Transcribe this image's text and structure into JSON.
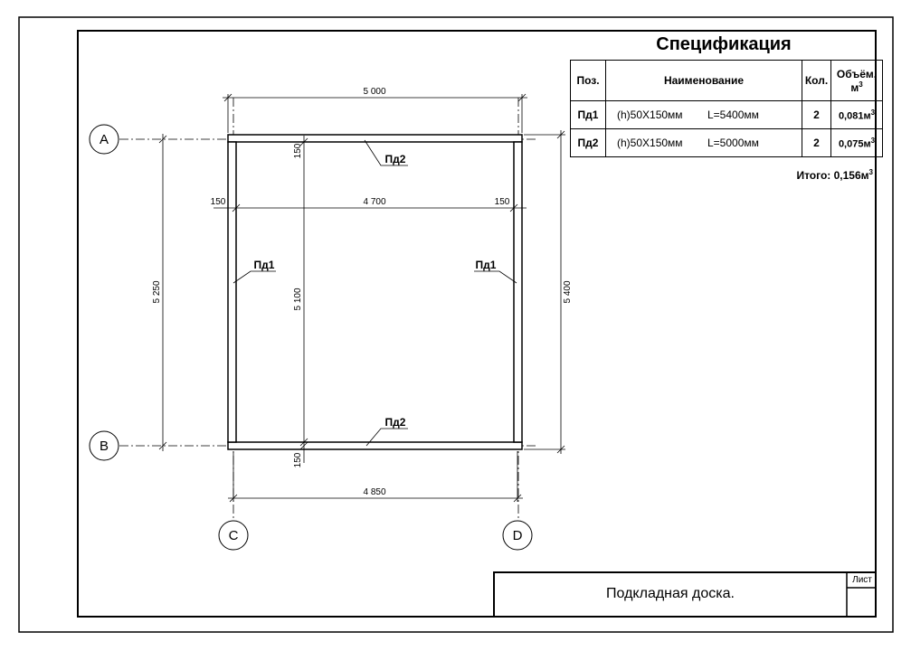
{
  "spec": {
    "title": "Спецификация",
    "headers": {
      "pos": "Поз.",
      "name": "Наименование",
      "qty": "Кол.",
      "vol": "Объём, м",
      "vol_sup": "3"
    },
    "rows": [
      {
        "pos": "Пд1",
        "section": "(h)50X150мм",
        "length": "L=5400мм",
        "qty": "2",
        "vol": "0,081м",
        "vol_sup": "3"
      },
      {
        "pos": "Пд2",
        "section": "(h)50X150мм",
        "length": "L=5000мм",
        "qty": "2",
        "vol": "0,075м",
        "vol_sup": "3"
      }
    ],
    "total": "Итого: 0,156м",
    "total_sup": "3"
  },
  "axes": {
    "a": "A",
    "b": "B",
    "c": "C",
    "d": "D"
  },
  "dims": {
    "top": "5 000",
    "inner_horizontal": "4 700",
    "left_offset": "150",
    "right_offset": "150",
    "bottom": "4 850",
    "left_vertical": "5 250",
    "inner_vertical": "5 100",
    "right_vertical": "5 400",
    "top_board_thickness": "150",
    "bottom_board_thickness": "150"
  },
  "labels": {
    "top_board": "Пд2",
    "bottom_board": "Пд2",
    "left_board": "Пд1",
    "right_board": "Пд1"
  },
  "stamp": {
    "title": "Подкладная доска.",
    "sheet": "Лист"
  }
}
